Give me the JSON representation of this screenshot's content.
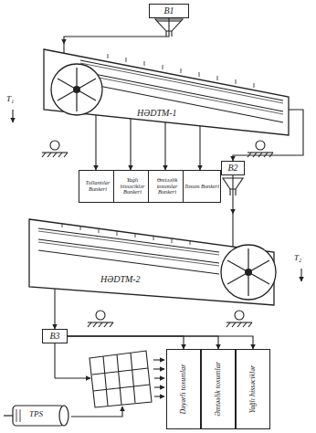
{
  "diagram": {
    "nodes": [
      {
        "text": [
          "B1"
        ]
      },
      {
        "text": [
          "HƏDTM-1"
        ]
      },
      {
        "text": [
          "Tullantılar Bunkeri"
        ]
      },
      {
        "text": [
          "Yağlı hissəciklər Bunkeri"
        ]
      },
      {
        "text": [
          "Əmtəəlik toxumlar Bunkeri"
        ]
      },
      {
        "text": [
          "Toxum Bunkeri"
        ]
      },
      {
        "text": [
          "B2"
        ]
      },
      {
        "text": [
          "HƏDTM-2"
        ]
      },
      {
        "text": [
          "B3"
        ]
      },
      {
        "text": [
          "Dəyərli toxumlar"
        ]
      },
      {
        "text": [
          "Əmtəəlik toxumlar"
        ]
      },
      {
        "text": [
          "Yağlı hissəciklər"
        ]
      },
      {
        "text": [
          "TPS"
        ]
      }
    ],
    "edges": [
      {
        "from": 0,
        "to": 1,
        "arrow": "to"
      },
      {
        "from": 1,
        "to": 6,
        "arrow": "to"
      },
      {
        "from": 1,
        "to": 2,
        "arrow": "to"
      },
      {
        "from": 1,
        "to": 3,
        "arrow": "to"
      },
      {
        "from": 1,
        "to": 4,
        "arrow": "to"
      },
      {
        "from": 1,
        "to": 5,
        "arrow": "to"
      },
      {
        "from": 6,
        "to": 7,
        "arrow": "to"
      },
      {
        "from": 7,
        "to": 8,
        "arrow": "to"
      },
      {
        "from": 8,
        "to": 9,
        "arrow": "to"
      },
      {
        "from": 8,
        "to": 10,
        "arrow": "to"
      },
      {
        "from": 8,
        "to": 11,
        "arrow": "to"
      }
    ],
    "labels": [
      "T₁",
      "T₂"
    ]
  }
}
